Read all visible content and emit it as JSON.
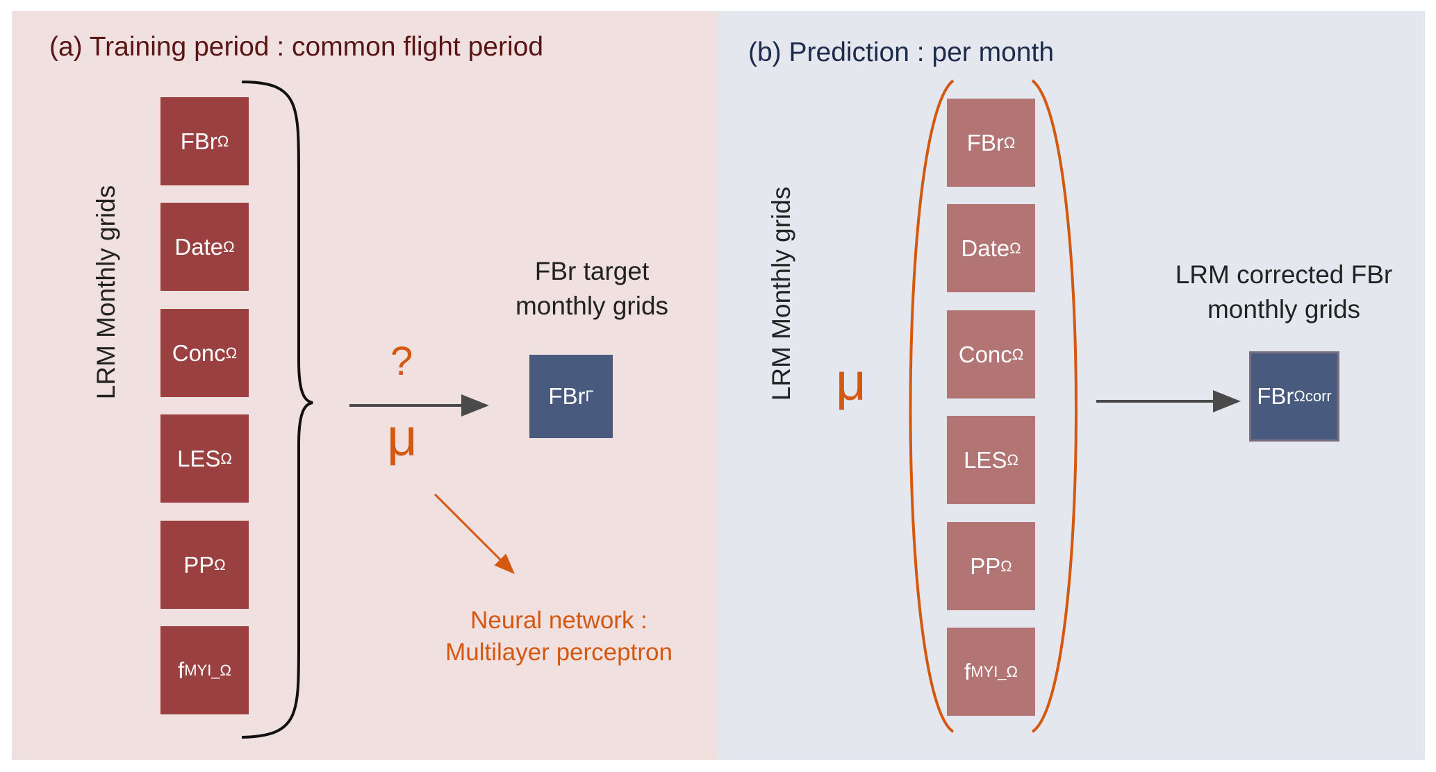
{
  "panel_a": {
    "title": "(a) Training period : common flight period",
    "vertical_label": "LRM Monthly grids",
    "inputs": [
      {
        "base": "FBr",
        "sub": "Ω"
      },
      {
        "base": "Date",
        "sub": "Ω"
      },
      {
        "base": "Conc",
        "sub": "Ω"
      },
      {
        "base": "LES",
        "sub": "Ω"
      },
      {
        "base": "PP",
        "sub": "Ω"
      },
      {
        "base": "f",
        "sub": "MYI_Ω"
      }
    ],
    "question_mark": "?",
    "mu": "μ",
    "target_caption_line1": "FBr target",
    "target_caption_line2": "monthly grids",
    "target_box": {
      "base": "FBr",
      "sub": "Γ"
    },
    "nn_line1": "Neural network :",
    "nn_line2": "Multilayer perceptron"
  },
  "panel_b": {
    "title": "(b) Prediction : per month",
    "vertical_label": "LRM Monthly grids",
    "mu": "μ",
    "inputs": [
      {
        "base": "FBr",
        "sub": "Ω"
      },
      {
        "base": "Date",
        "sub": "Ω"
      },
      {
        "base": "Conc",
        "sub": "Ω"
      },
      {
        "base": "LES",
        "sub": "Ω"
      },
      {
        "base": "PP",
        "sub": "Ω"
      },
      {
        "base": "f",
        "sub": "MYI_Ω"
      }
    ],
    "output_caption_line1": "LRM corrected FBr",
    "output_caption_line2": "monthly grids",
    "output_box": {
      "base": "FBr",
      "sub": "Ωcorr"
    }
  },
  "colors": {
    "panel_a_bg": "#f0e0e0",
    "panel_b_bg": "#e4e7ed",
    "input_box_a": "#9b4040",
    "input_box_b": "#b37474",
    "target_box": "#485a7e",
    "accent_orange": "#d4580f",
    "arrow_gray": "#4a4a4a"
  }
}
